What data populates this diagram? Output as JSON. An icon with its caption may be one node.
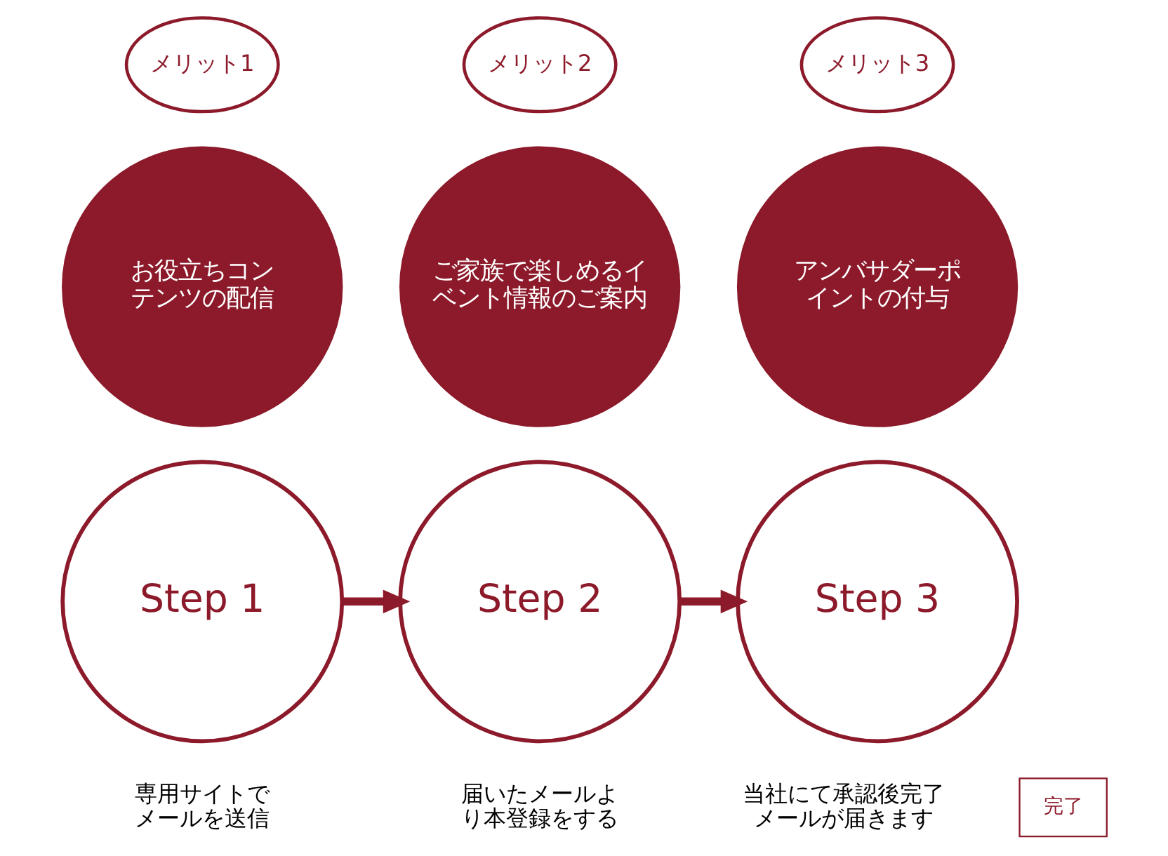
{
  "diagram": {
    "nodes": [
      {
        "text": [
          "お役立ちコンテンツの配信"
        ]
      },
      {
        "text": [
          "メリット1"
        ]
      },
      {
        "text": [
          "ご家族で楽しめるイベント情報のご案内"
        ]
      },
      {
        "text": [
          "メリット2"
        ]
      },
      {
        "text": [
          "アンバサダーポイントの付与"
        ]
      },
      {
        "text": [
          "メリット3"
        ]
      },
      {
        "text": [
          "Step 1"
        ],
        "beside": [
          "専用サイトでメールを送信"
        ]
      },
      {
        "text": [
          "Step 2"
        ],
        "beside": [
          "届いたメールより本登録をする"
        ]
      },
      {
        "text": [
          "Step 3"
        ],
        "beside": [
          "当社にて承認後完了メールが届きます"
        ]
      }
    ],
    "edges": [
      {
        "from": 6,
        "to": 7,
        "arrow": "to"
      },
      {
        "from": 7,
        "to": 8,
        "arrow": "to"
      }
    ],
    "labels": [
      "完了"
    ]
  }
}
